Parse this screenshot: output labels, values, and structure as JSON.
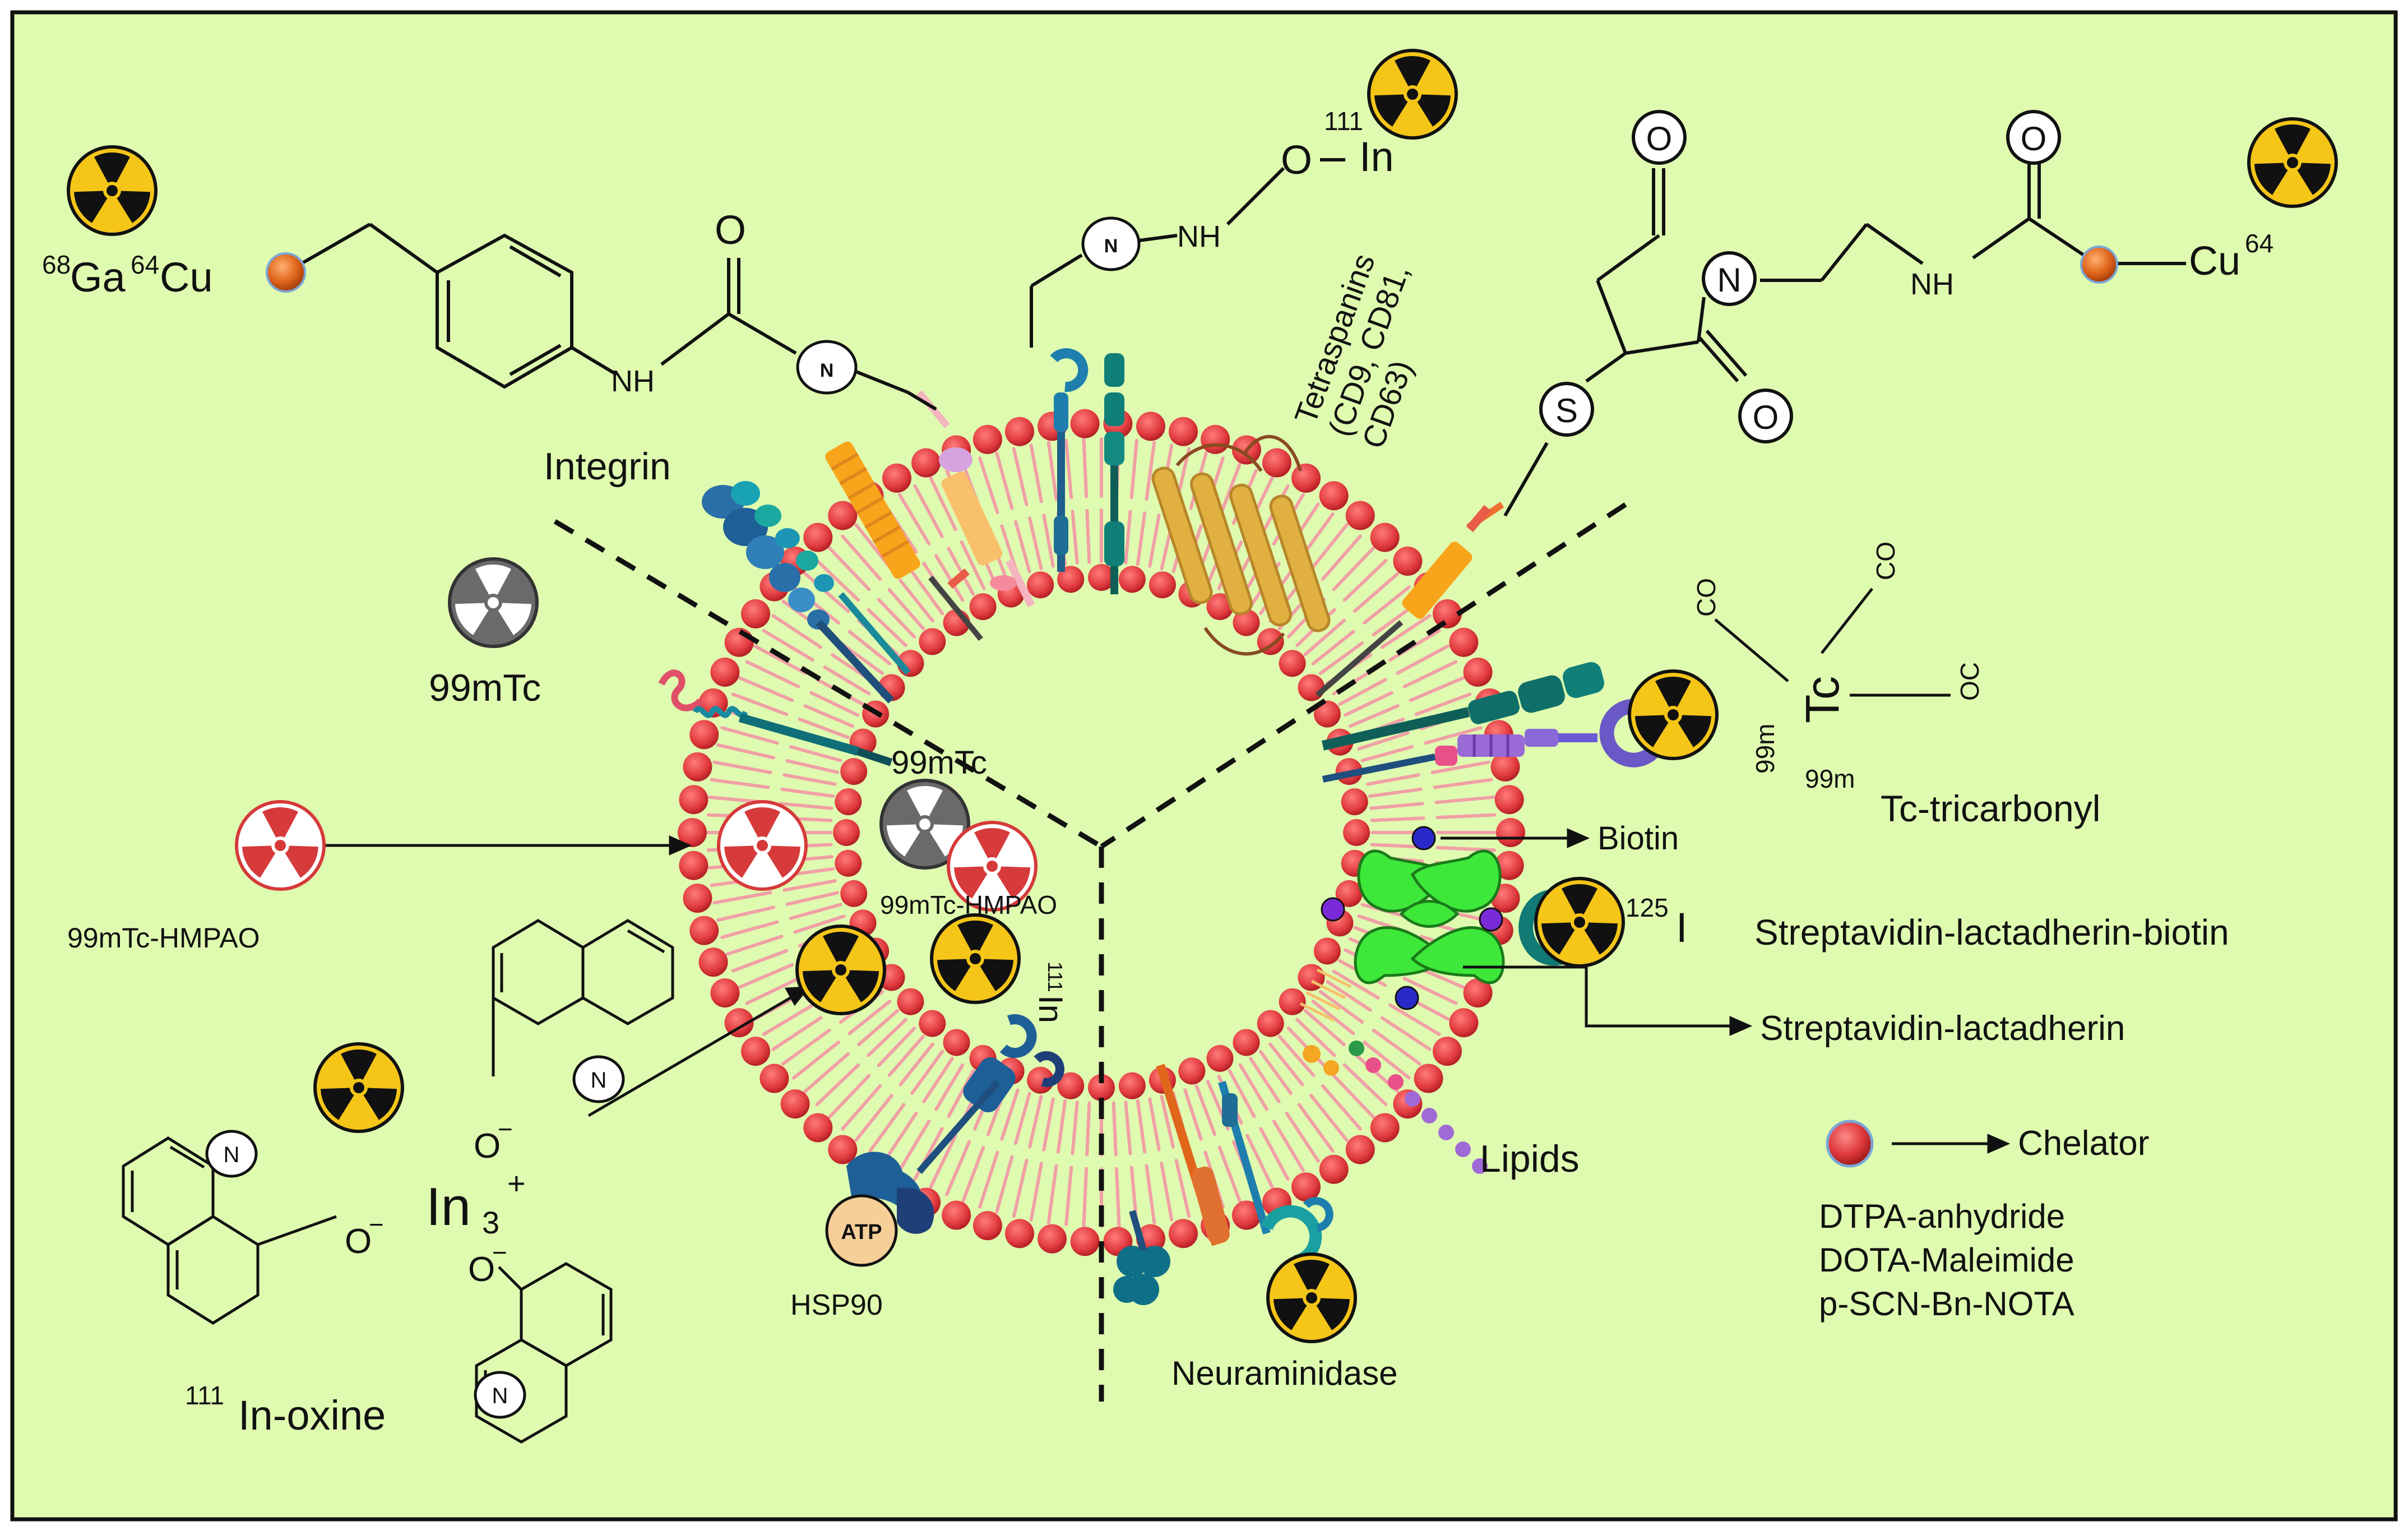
{
  "colors": {
    "background": "#dffbb0",
    "frame": "#111111",
    "lipid_head": "#e03a3e",
    "lipid_tail": "#f0a0a6",
    "radiation_yellow": "#f5c518",
    "radiation_black": "#111111",
    "radiation_red": "#d63a3a",
    "radiation_grey": "#6a6a6a",
    "chelator_orange": "#e0661c",
    "streptavidin_green": "#3ee83a",
    "biotin_blue": "#2a2acb",
    "atp_tan": "#f6cf98"
  },
  "labels": {
    "ga_cu": {
      "prefix_sup": "68",
      "prefix": "Ga",
      "mid_sup": "64",
      "suffix": "Cu"
    },
    "nh_left": "NH",
    "o_left": "O",
    "n_left": "N",
    "n_top": "N",
    "nh_top": "NH",
    "o_top": "O",
    "in111_sup": "111",
    "in111": "In",
    "integrin": "Integrin",
    "tetraspanins": [
      "Tetraspanins",
      "(CD9, CD81,",
      "CD63)"
    ],
    "o_maleimide_top": "O",
    "o_maleimide_bottom": "O",
    "o_right": "O",
    "n_maleimide": "N",
    "s_thiol": "S",
    "nh_right": "NH",
    "cu_right": "Cu",
    "cu_right_sup": "64",
    "tc_left": "99mTc",
    "tc_center": "99mTc",
    "tc_hmpao_center": "99mTc-HMPAO",
    "tc_hmpao_left": "99mTc-HMPAO",
    "in_vertical_sup": "111",
    "in_vertical": "In",
    "tc_complex": {
      "co1": "CO",
      "co2": "CO",
      "oc": "OC",
      "tc": "Tc",
      "sup": "99m"
    },
    "tc_tricarbonyl_sup": "99m",
    "tc_tricarbonyl": "Tc-tricarbonyl",
    "biotin": "Biotin",
    "i125_sup": "125",
    "i125": "I",
    "streptavidin_lactadherin_biotin": "Streptavidin-lactadherin-biotin",
    "streptavidin_lactadherin": "Streptavidin-lactadherin",
    "lipids": "Lipids",
    "chelator": "Chelator",
    "chelator_list": [
      "DTPA-anhydride",
      "DOTA-Maleimide",
      "p-SCN-Bn-NOTA"
    ],
    "atp": "ATP",
    "hsp90": "HSP90",
    "neuraminidase": "Neuraminidase",
    "in_oxine_sup": "111",
    "in_oxine": "In-oxine",
    "in3": "In",
    "in3_sub": "3",
    "in3_sup": "+",
    "o_minus_1": "O",
    "o_minus_2": "O",
    "o_minus_3": "O",
    "minus": "−",
    "n_quin_1": "N",
    "n_quin_2": "N",
    "n_quin_3": "N"
  }
}
